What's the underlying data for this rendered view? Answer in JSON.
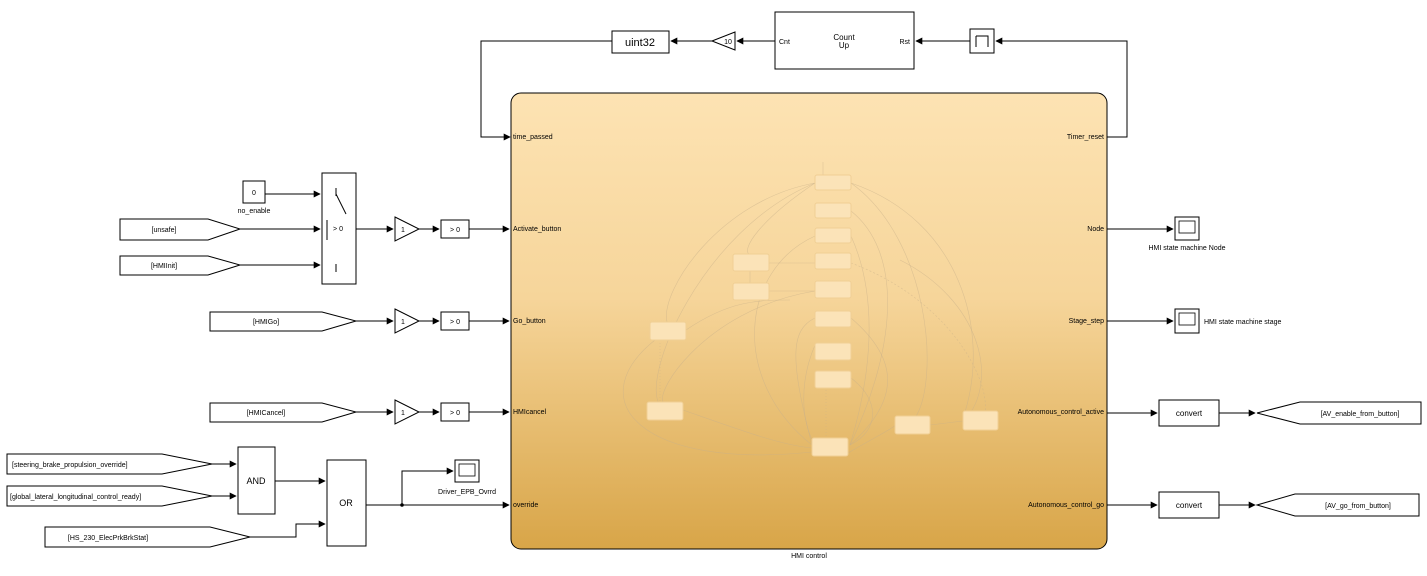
{
  "model": {
    "subsystem_label": "HMI control",
    "chart_inputs": [
      "time_passed",
      "Activate_button",
      "Go_button",
      "HMIcancel",
      "override"
    ],
    "chart_outputs": [
      "Timer_reset",
      "Node",
      "Stage_step",
      "Autonomous_control_active",
      "Autonomous_control_go"
    ]
  },
  "blocks": {
    "uint32": "uint32",
    "gain_10": "10",
    "counter_line1": "Count",
    "counter_line2": "Up",
    "counter_cnt": "Cnt",
    "counter_rst": "Rst",
    "const_value": "0",
    "const_name": "no_enable",
    "switch_threshold": "> 0",
    "gain_1": "1",
    "compare": "> 0",
    "and_label": "AND",
    "or_label": "OR",
    "scope_driver": "Driver_EPB_Ovrrd",
    "scope_node": "HMI state machine Node",
    "scope_stage": "HMI state machine stage",
    "convert": "convert"
  },
  "from_tags": [
    "[unsafe]",
    "[HMIInit]",
    "[HMIGo]",
    "[HMICancel]",
    "[steering_brake_propulsion_override]",
    "[global_lateral_longitudinal_control_ready]",
    "[HS_230_ElecPrkBrkStat]"
  ],
  "goto_tags": [
    "[AV_enable_from_button]",
    "[AV_go_from_button]"
  ],
  "colors": {
    "chart_top": "#fde3b3",
    "chart_bottom": "#d8a548",
    "state_fill": "#fbe3b8"
  }
}
